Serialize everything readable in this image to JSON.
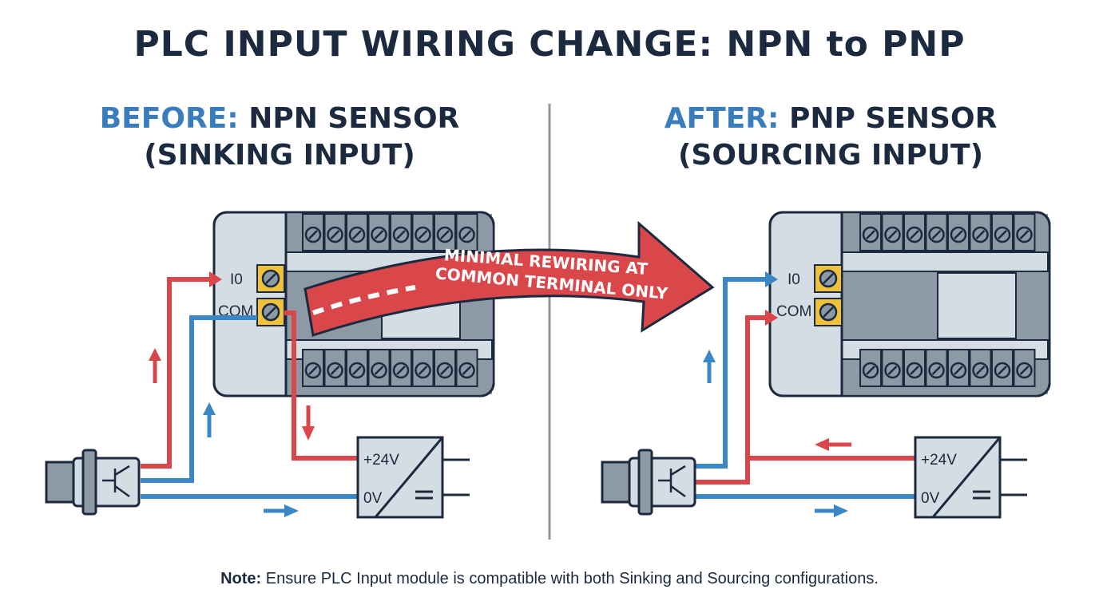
{
  "title": "PLC INPUT WIRING CHANGE: NPN to PNP",
  "before": {
    "prefix": "BEFORE:",
    "line1": "NPN SENSOR",
    "line2": "(SINKING INPUT)",
    "terminals": [
      "I0",
      "COM"
    ],
    "psu": {
      "plus": "+24V",
      "zero": "0V"
    }
  },
  "after": {
    "prefix": "AFTER:",
    "line1": "PNP SENSOR",
    "line2": "(SOURCING INPUT)",
    "terminals": [
      "I0",
      "COM"
    ],
    "psu": {
      "plus": "+24V",
      "zero": "0V"
    }
  },
  "banner": {
    "line1": "MINIMAL REWIRING AT",
    "line2": "COMMON TERMINAL ONLY"
  },
  "note": {
    "label": "Note:",
    "text": " Ensure PLC Input module is compatible with both Sinking and Sourcing configurations."
  },
  "colors": {
    "red": "#d9474a",
    "blue": "#3a87c8",
    "dark": "#1b2a3e",
    "panel": "#d5dde4",
    "gray": "#8d9aa6",
    "yellow": "#f0c23b"
  }
}
